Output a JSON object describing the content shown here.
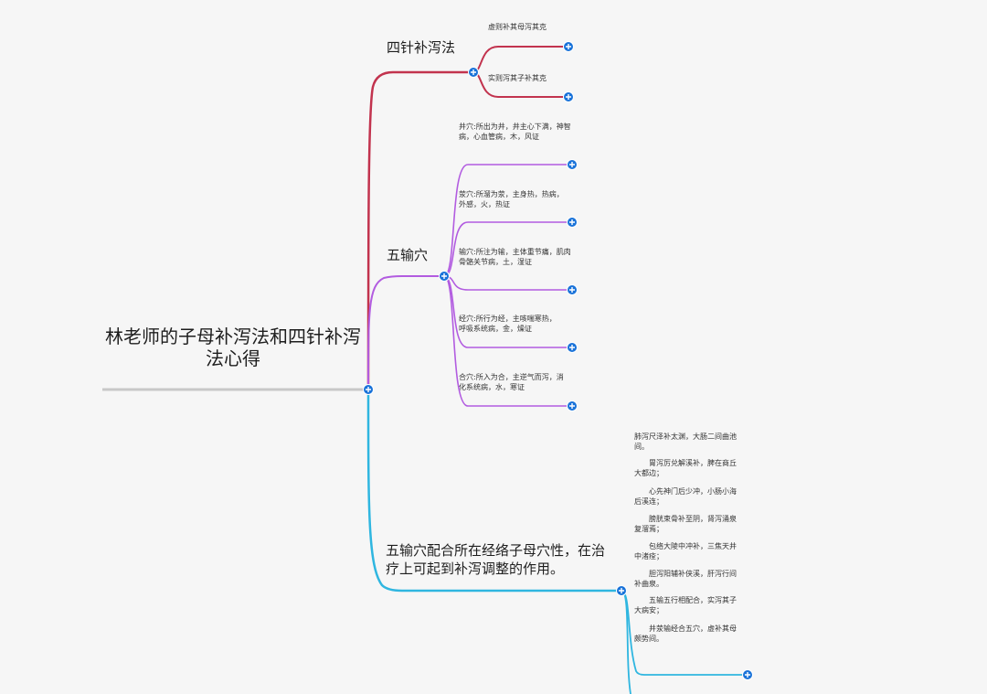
{
  "root": {
    "title": "林老师的子母补泻法和四针补泻法心得"
  },
  "branches": [
    {
      "title": "四针补泻法",
      "color": "#c2334e",
      "children": [
        "虚则补其母泻其克",
        "实则泻其子补其克"
      ]
    },
    {
      "title": "五输穴",
      "color": "#b25ce0",
      "children": [
        "井穴:所出为井，井主心下满，神智病，心血管病，木，风证",
        "荥穴:所溜为荥，主身热，热病，外感，火，热证",
        "输穴:所注为输，主体重节痛，肌肉骨骼关节病，土，湿证",
        "经穴:所行为经，主咳喘寒热，呼吸系统病，金，燥证",
        "合穴:所入为合，主逆气而泻，消化系统病，水，寒证"
      ]
    },
    {
      "title": "五输穴配合所在经络子母穴性，在治疗上可起到补泻调整的作用。",
      "color": "#2fb6e0",
      "children": [
        "肺泻尺泽补太渊，大肠二间曲池间。",
        "胃泻厉兑解溪补，脾在商丘大都边；",
        "心先神门后少冲，小肠小海后溪连；",
        "膀胱束骨补至阴，肾泻涌泉复溜焉；",
        "包络大陵中冲补，三焦天井中渚痊；",
        "胆泻阳辅补侠溪，肝泻行间补曲泉。",
        "五输五行相配合，实泻其子大病安；",
        "井荥输经合五穴，虚补其母颇势间。"
      ]
    }
  ]
}
